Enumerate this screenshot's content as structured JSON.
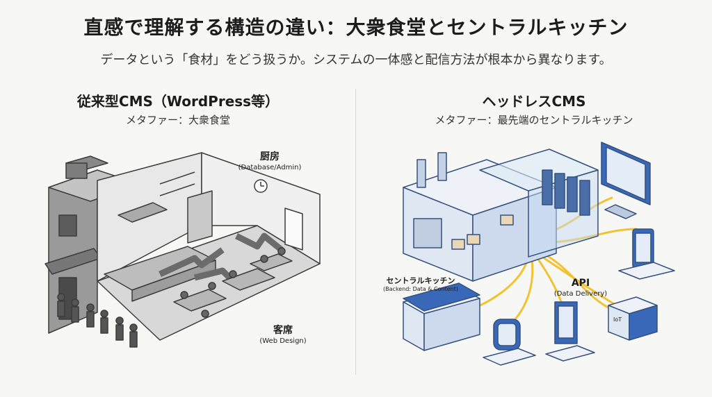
{
  "title": "直感で理解する構造の違い：大衆食堂とセントラルキッチン",
  "subtitle": "データという「食材」をどう扱うか。システムの一体感と配信方法が根本から異なります。",
  "left": {
    "heading": "従来型CMS（WordPress等）",
    "metaphor": "メタファー：大衆食堂",
    "kitchen_label": "厨房",
    "kitchen_sub": "(Database/Admin)",
    "seating_label": "客席",
    "seating_sub": "(Web Design)"
  },
  "right": {
    "heading": "ヘッドレスCMS",
    "metaphor": "メタファー：最先端のセントラルキッチン",
    "central_label": "セントラルキッチン",
    "central_sub": "(Backend: Data & Content)",
    "api_label": "API",
    "api_sub": "(Data Delivery)",
    "iot_text": "IoT"
  },
  "colors": {
    "accent_blue": "#3a68b8",
    "api_gold": "#f2c230",
    "line_gray": "#555555"
  }
}
